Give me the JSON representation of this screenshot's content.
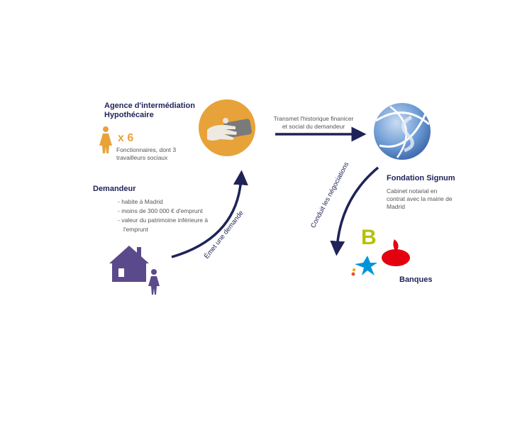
{
  "agency": {
    "title_line1": "Agence d'intermédiation",
    "title_line2": "Hypothécaire",
    "count": "x 6",
    "description": "Fonctionnaires, dont 3 travailleurs sociaux"
  },
  "transmit_label_line1": "Transmet l'historique finanicer",
  "transmit_label_line2": "et social du demandeur",
  "foundation": {
    "title": "Fondation Signum",
    "description": "Cabinet notarial en contrat avec la mairie de Madrid"
  },
  "negotiate_label": "Conduit les négociations",
  "banks_label": "Banques",
  "applicant": {
    "title": "Demandeur",
    "items": [
      "- habite à Madrid",
      "- moins de 300 000 € d'emprunt",
      "- valeur du patrimoine inférieure à l'emprunt"
    ]
  },
  "request_label": "Émet une demande",
  "colors": {
    "navy": "#1f2358",
    "orange": "#e8a23a",
    "purple": "#5b4a8b",
    "blue": "#5b8fcf"
  }
}
